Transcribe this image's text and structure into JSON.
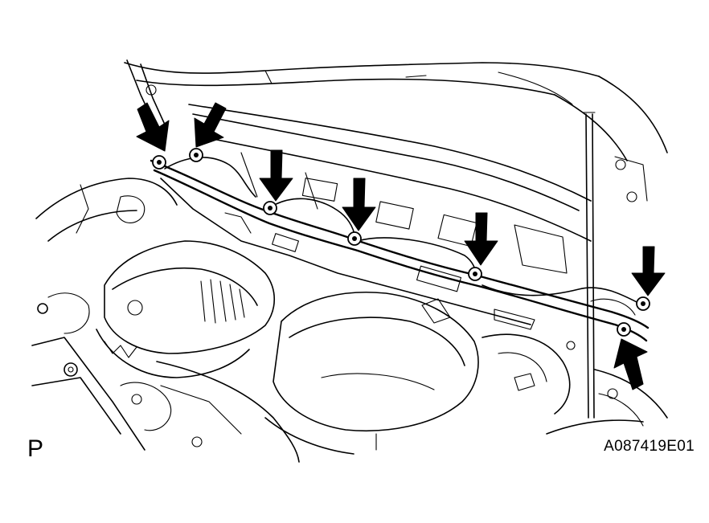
{
  "diagram": {
    "view_label": "P",
    "figure_code": "A087419E01",
    "colors": {
      "line": "#000000",
      "background": "#ffffff"
    },
    "markers": [
      {
        "name": "arrow-bolt-1",
        "icon": "arrow-down-right-icon"
      },
      {
        "name": "arrow-bolt-2",
        "icon": "arrow-down-left-icon"
      },
      {
        "name": "arrow-bolt-3",
        "icon": "arrow-down-icon"
      },
      {
        "name": "arrow-bolt-4",
        "icon": "arrow-down-icon"
      },
      {
        "name": "arrow-bolt-5",
        "icon": "arrow-down-icon"
      },
      {
        "name": "arrow-bolt-6",
        "icon": "arrow-down-icon"
      },
      {
        "name": "arrow-bolt-7",
        "icon": "arrow-up-left-icon"
      }
    ]
  }
}
